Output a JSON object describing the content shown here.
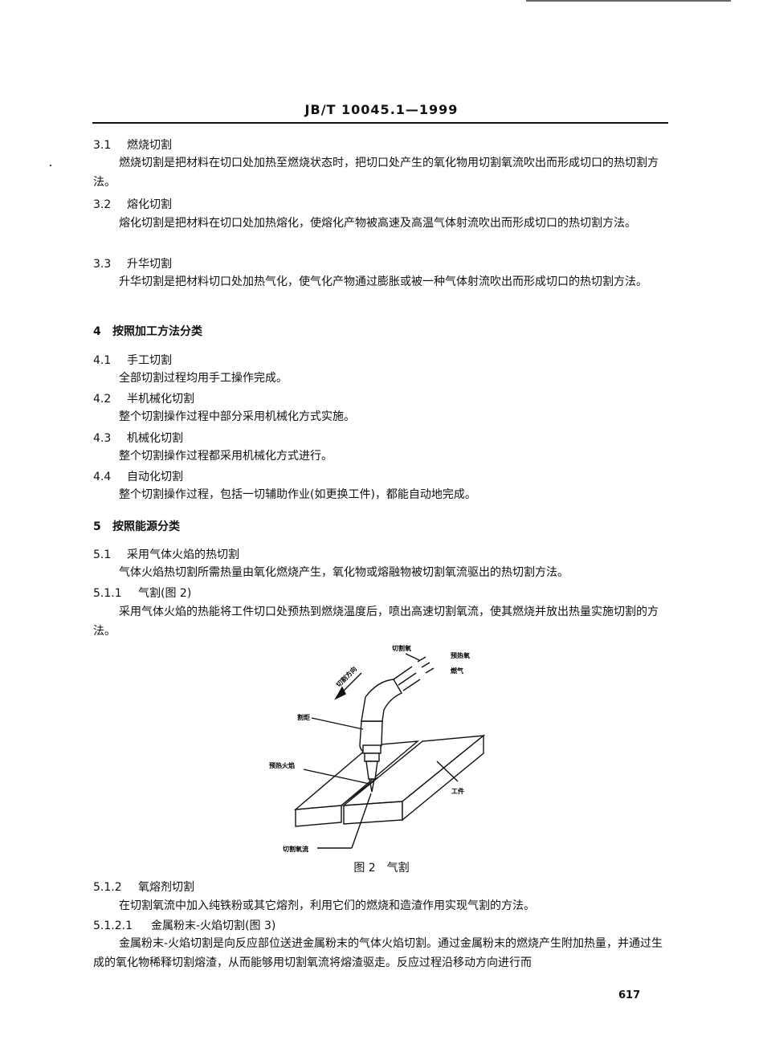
{
  "header": {
    "doc_id": "JB/T 10045.1—1999"
  },
  "sections": {
    "s31": {
      "num": "3.1",
      "title": "燃烧切割",
      "body": "燃烧切割是把材料在切口处加热至燃烧状态时，把切口处产生的氧化物用切割氧流吹出而形成切口的热切割方法。"
    },
    "s32": {
      "num": "3.2",
      "title": "熔化切割",
      "body": "熔化切割是把材料在切口处加热熔化，使熔化产物被高速及高温气体射流吹出而形成切口的热切割方法。"
    },
    "s33": {
      "num": "3.3",
      "title": "升华切割",
      "body": "升华切割是把材料切口处加热气化，使气化产物通过膨胀或被一种气体射流吹出而形成切口的热切割方法。"
    },
    "s4": {
      "num": "4",
      "title": "按照加工方法分类"
    },
    "s41": {
      "num": "4.1",
      "title": "手工切割",
      "body": "全部切割过程均用手工操作完成。"
    },
    "s42": {
      "num": "4.2",
      "title": "半机械化切割",
      "body": "整个切割操作过程中部分采用机械化方式实施。"
    },
    "s43": {
      "num": "4.3",
      "title": "机械化切割",
      "body": "整个切割操作过程都采用机械化方式进行。"
    },
    "s44": {
      "num": "4.4",
      "title": "自动化切割",
      "body": "整个切割操作过程，包括一切辅助作业(如更换工件)，都能自动地完成。"
    },
    "s5": {
      "num": "5",
      "title": "按照能源分类"
    },
    "s51": {
      "num": "5.1",
      "title": "采用气体火焰的热切割",
      "body": "气体火焰热切割所需热量由氧化燃烧产生，氧化物或熔融物被切割氧流驱出的热切割方法。"
    },
    "s511": {
      "num": "5.1.1",
      "title": "气割(图 2)",
      "body": "采用气体火焰的热能将工件切口处预热到燃烧温度后，喷出高速切割氧流，使其燃烧并放出热量实施切割的方法。"
    },
    "s512": {
      "num": "5.1.2",
      "title": "氧熔剂切割",
      "body": "在切割氧流中加入纯铁粉或其它熔剂，利用它们的燃烧和造渣作用实现气割的方法。"
    },
    "s5121": {
      "num": "5.1.2.1",
      "title": "金属粉末-火焰切割(图 3)",
      "body": "金属粉末-火焰切割是向反应部位送进金属粉末的气体火焰切割。通过金属粉末的燃烧产生附加热量，并通过生成的氧化物稀释切割熔渣，从而能够用切割氧流将熔渣驱走。反应过程沿移动方向进行而"
    }
  },
  "figure": {
    "caption": "图 2　气割",
    "labels": {
      "cutting_oxygen": "切割氧",
      "preheat_oxygen": "预热氧",
      "fuel_gas": "燃气",
      "direction": "切割方向",
      "torch": "割炬",
      "preheat_flame": "预热火焰",
      "workpiece": "工件",
      "cutting_oxygen_stream": "切割氧流"
    }
  },
  "page_number": "617"
}
